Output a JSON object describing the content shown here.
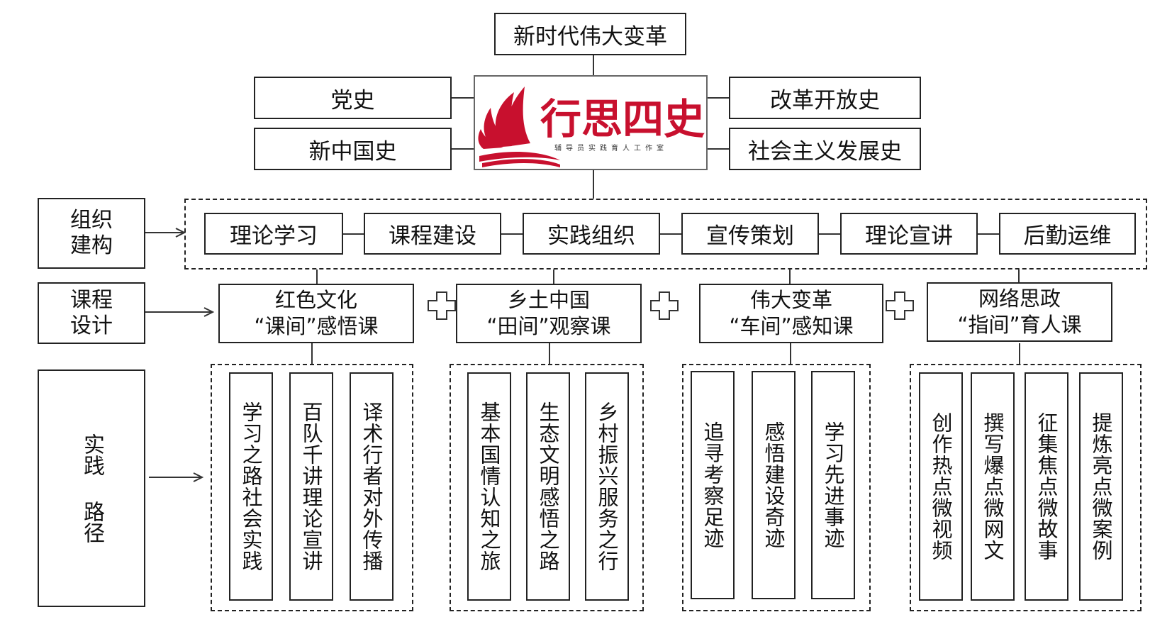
{
  "top": "新时代伟大变革",
  "logo": {
    "title": "行思四史",
    "subtitle": "辅导员实践育人工作室"
  },
  "history": [
    "党史",
    "新中国史",
    "改革开放史",
    "社会主义发展史"
  ],
  "side_labels": [
    "组织\n建构",
    "课程\n设计",
    "实践\n路径"
  ],
  "org": [
    "理论学习",
    "课程建设",
    "实践组织",
    "宣传策划",
    "理论宣讲",
    "后勤运维"
  ],
  "courses": [
    {
      "line1": "红色文化",
      "line2": "“课间”感悟课"
    },
    {
      "line1": "乡土中国",
      "line2": "“田间”观察课"
    },
    {
      "line1": "伟大变革",
      "line2": "“车间”感知课"
    },
    {
      "line1": "网络思政",
      "line2": "“指间”育人课"
    }
  ],
  "paths": [
    [
      "学习之路社会实践",
      "百队千讲理论宣讲",
      "译术行者对外传播"
    ],
    [
      "基本国情认知之旅",
      "生态文明感悟之路",
      "乡村振兴服务之行"
    ],
    [
      "追寻考察足迹",
      "感悟建设奇迹",
      "学习先进事迹"
    ],
    [
      "创作热点微视频",
      "撰写爆点微网文",
      "征集焦点微故事",
      "提炼亮点微案例"
    ]
  ],
  "colors": {
    "logo_red": "#c8102e",
    "line": "#222222"
  }
}
